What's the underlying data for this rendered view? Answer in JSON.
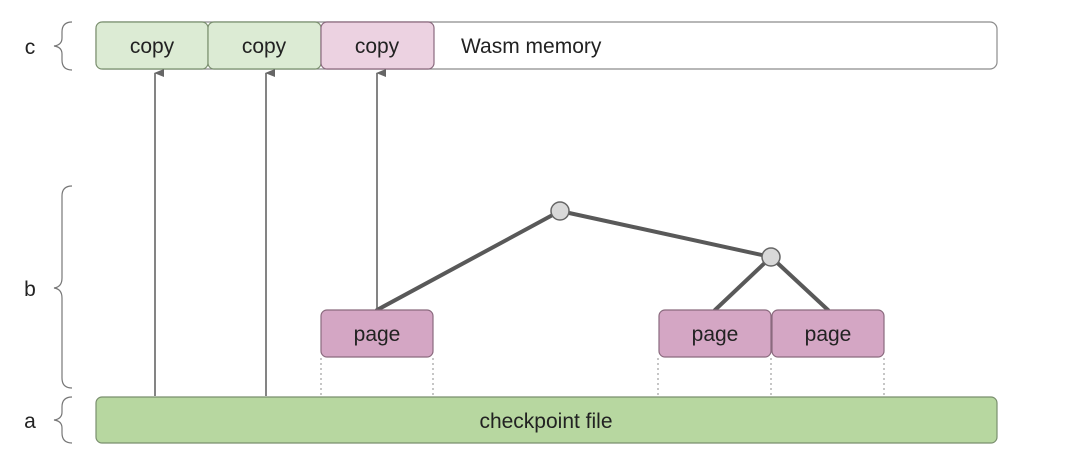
{
  "labels": {
    "c": "c",
    "b": "b",
    "a": "a"
  },
  "memory": {
    "label": "Wasm memory",
    "copies": [
      {
        "text": "copy",
        "state": "from-file"
      },
      {
        "text": "copy",
        "state": "from-file"
      },
      {
        "text": "copy",
        "state": "from-page"
      }
    ]
  },
  "pages": [
    {
      "text": "page"
    },
    {
      "text": "page"
    },
    {
      "text": "page"
    }
  ],
  "file": {
    "label": "checkpoint file"
  },
  "colors": {
    "green_fill": "#b7d7a0",
    "green_stroke": "#7a8f6e",
    "light_green_fill": "#dcebd4",
    "pink_fill": "#d4a6c4",
    "pink_stroke": "#8a6a7e",
    "light_pink_fill": "#ecd2e1",
    "tree_line": "#595959",
    "node_fill": "#d9d9d9",
    "arrow": "#666666"
  }
}
